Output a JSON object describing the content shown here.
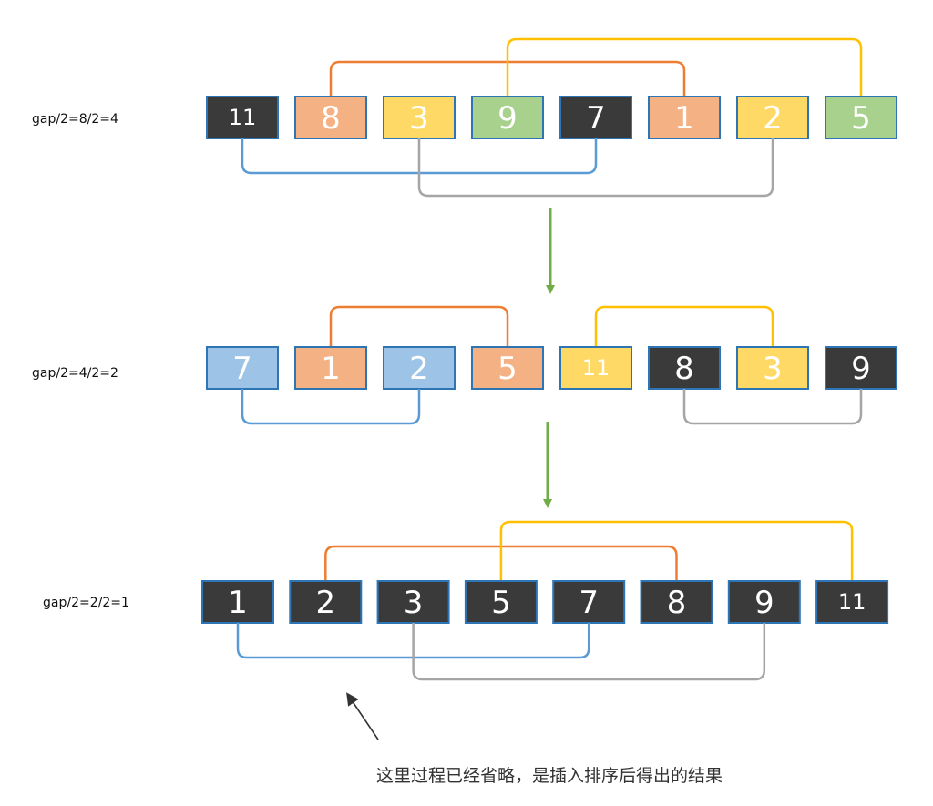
{
  "colors": {
    "dark": "#3a3a3a",
    "orange": "#f4b183",
    "yellow": "#ffd966",
    "green": "#a9d18e",
    "blue": "#9dc3e6",
    "border": "#2e75b6",
    "bracket_orange": "#ed7d31",
    "bracket_yellow": "#ffc000",
    "bracket_blue": "#5b9bd5",
    "bracket_gray": "#a5a5a5",
    "arrow_green": "#70ad47",
    "pointer": "#333333"
  },
  "rows": [
    {
      "label": "gap/2=8/2=4",
      "cells": [
        {
          "value": "11",
          "color": "dark"
        },
        {
          "value": "8",
          "color": "orange"
        },
        {
          "value": "3",
          "color": "yellow"
        },
        {
          "value": "9",
          "color": "green"
        },
        {
          "value": "7",
          "color": "dark"
        },
        {
          "value": "1",
          "color": "orange"
        },
        {
          "value": "2",
          "color": "yellow"
        },
        {
          "value": "5",
          "color": "green"
        }
      ],
      "groups_top": [
        {
          "color": "bracket_orange",
          "indices": [
            1,
            5
          ]
        },
        {
          "color": "bracket_yellow",
          "indices": [
            3,
            7
          ]
        }
      ],
      "groups_bottom": [
        {
          "color": "bracket_blue",
          "indices": [
            0,
            4
          ]
        },
        {
          "color": "bracket_gray",
          "indices": [
            2,
            6
          ]
        }
      ]
    },
    {
      "label": "gap/2=4/2=2",
      "cells": [
        {
          "value": "7",
          "color": "blue"
        },
        {
          "value": "1",
          "color": "orange"
        },
        {
          "value": "2",
          "color": "blue"
        },
        {
          "value": "5",
          "color": "orange"
        },
        {
          "value": "11",
          "color": "yellow"
        },
        {
          "value": "8",
          "color": "dark"
        },
        {
          "value": "3",
          "color": "yellow"
        },
        {
          "value": "9",
          "color": "dark"
        }
      ],
      "groups_top": [
        {
          "color": "bracket_orange",
          "indices": [
            1,
            3
          ]
        },
        {
          "color": "bracket_yellow",
          "indices": [
            4,
            6
          ]
        }
      ],
      "groups_bottom": [
        {
          "color": "bracket_blue",
          "indices": [
            0,
            2
          ]
        },
        {
          "color": "bracket_gray",
          "indices": [
            5,
            7
          ]
        }
      ]
    },
    {
      "label": "gap/2=2/2=1",
      "cells": [
        {
          "value": "1",
          "color": "dark"
        },
        {
          "value": "2",
          "color": "dark"
        },
        {
          "value": "3",
          "color": "dark"
        },
        {
          "value": "5",
          "color": "dark"
        },
        {
          "value": "7",
          "color": "dark"
        },
        {
          "value": "8",
          "color": "dark"
        },
        {
          "value": "9",
          "color": "dark"
        },
        {
          "value": "11",
          "color": "dark"
        }
      ],
      "groups_top": [
        {
          "color": "bracket_orange",
          "indices": [
            1,
            5
          ]
        },
        {
          "color": "bracket_yellow",
          "indices": [
            3,
            7
          ]
        }
      ],
      "groups_bottom": [
        {
          "color": "bracket_blue",
          "indices": [
            0,
            4
          ]
        },
        {
          "color": "bracket_gray",
          "indices": [
            2,
            6
          ]
        }
      ]
    }
  ],
  "caption": "这里过程已经省略，是插入排序后得出的结果"
}
